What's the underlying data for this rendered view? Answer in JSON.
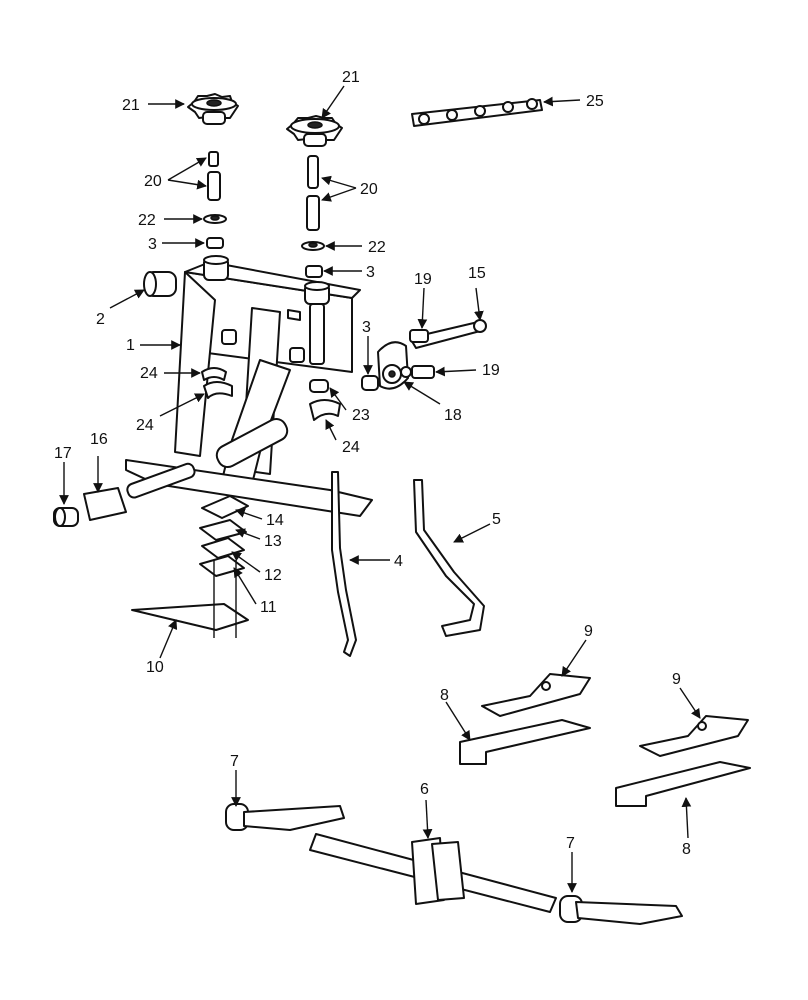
{
  "figure": {
    "callouts": {
      "c1": "1",
      "c2": "2",
      "c3a": "3",
      "c3b": "3",
      "c3c": "3",
      "c4": "4",
      "c5": "5",
      "c6": "6",
      "c7a": "7",
      "c7b": "7",
      "c8a": "8",
      "c8b": "8",
      "c9a": "9",
      "c9b": "9",
      "c10": "10",
      "c11": "11",
      "c12": "12",
      "c13": "13",
      "c14": "14",
      "c15": "15",
      "c16": "16",
      "c17": "17",
      "c18": "18",
      "c19a": "19",
      "c19b": "19",
      "c20a": "20",
      "c20b": "20",
      "c21a": "21",
      "c21b": "21",
      "c22a": "22",
      "c22b": "22",
      "c23": "23",
      "c24a": "24",
      "c24b": "24",
      "c24c": "24",
      "c25": "25"
    }
  }
}
